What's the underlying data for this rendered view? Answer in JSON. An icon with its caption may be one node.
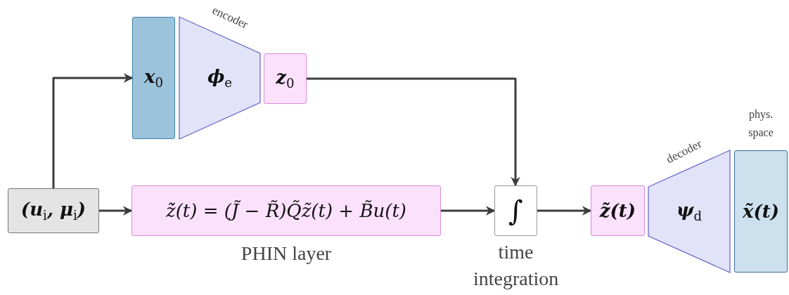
{
  "diagram": {
    "nodes": [
      {
        "text": [
          "x$_{0}$"
        ]
      },
      {
        "text": [
          "ϕ$_{e}$"
        ],
        "beside": [
          "encoder"
        ]
      },
      {
        "text": [
          "z$_{0}$"
        ]
      },
      {
        "text": [
          "(u$_{i}$, μ$_{i}$)"
        ]
      },
      {
        "text": [
          "ż̃(t) = (J̃ − R̃)Q̃z̃(t) + B̃u(t)"
        ],
        "beside": [
          "PHIN layer"
        ]
      },
      {
        "text": [
          "∫"
        ],
        "beside": [
          "time integration"
        ]
      },
      {
        "text": [
          "z̃(t)"
        ]
      },
      {
        "text": [
          "ψ$_{d}$"
        ],
        "beside": [
          "decoder"
        ]
      },
      {
        "text": [
          "x̃(t)"
        ],
        "beside": [
          "phys. space"
        ]
      }
    ],
    "edges": [
      {
        "from": 3,
        "to": 0,
        "arrow": "to"
      },
      {
        "from": 2,
        "to": 5,
        "arrow": "to"
      },
      {
        "from": 3,
        "to": 4,
        "arrow": "to"
      },
      {
        "from": 4,
        "to": 5,
        "arrow": "to"
      },
      {
        "from": 5,
        "to": 6,
        "arrow": "to"
      }
    ]
  }
}
